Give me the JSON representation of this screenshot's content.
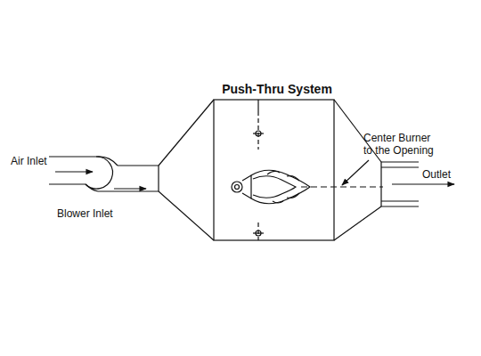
{
  "diagram": {
    "title": "Push-Thru System",
    "labels": [
      "Air Inlet",
      "Blower Inlet",
      "Center Burner to the Opening",
      "Outlet"
    ]
  }
}
